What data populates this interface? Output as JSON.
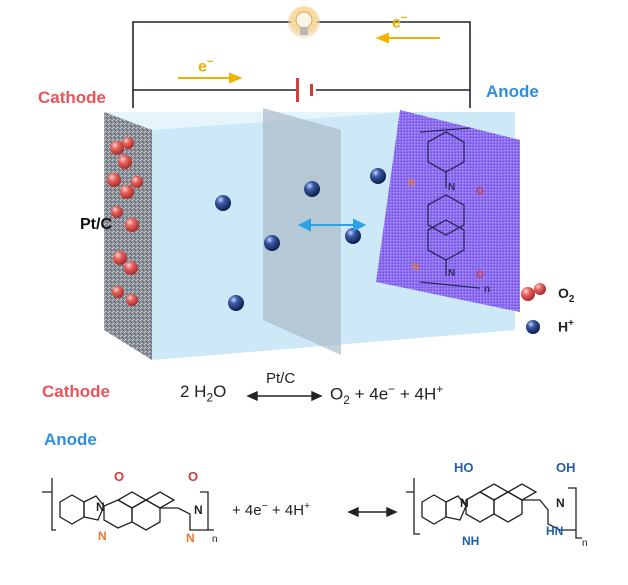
{
  "electron_top": "e",
  "electron_left": "e",
  "electron_sup": "−",
  "cathode_label": "Cathode",
  "anode_label": "Anode",
  "catalyst_label": "Pt/C",
  "legend": [
    {
      "sym": "O",
      "sub": "2",
      "sup": "",
      "color": "#e0585a"
    },
    {
      "sym": "H",
      "sub": "",
      "sup": "+",
      "color": "#1f3f7a"
    }
  ],
  "equation": {
    "label": "Cathode",
    "left": "2 H",
    "left_sub": "2",
    "left_tail": "O",
    "catalyst": "Pt/C",
    "right_a": "O",
    "right_a_sub": "2",
    "right_b": " + 4e",
    "right_b_sup": "−",
    "right_c": " + 4H",
    "right_c_sup": "+"
  },
  "anode_section": {
    "label": "Anode",
    "mid_a": "+ 4e",
    "mid_a_sup": "−",
    "mid_b": " + 4H",
    "mid_b_sup": "+",
    "oxidized_O_top_left": "O",
    "oxidized_O_top_right": "O",
    "oxidized_N_bridge": "N",
    "oxidized_N_right": "N",
    "oxidized_N_left": "N",
    "oxidized_N_imid": "N",
    "oxidized_n": "n",
    "reduced_OH_left": "HO",
    "reduced_OH_right": "OH",
    "reduced_N_top": "N",
    "reduced_N_right": "N",
    "reduced_NH": "NH",
    "reduced_HN": "HN",
    "reduced_n": "n",
    "cell_N1": "N",
    "cell_N2": "N",
    "cell_N3": "N",
    "cell_N4": "N",
    "cell_O1": "O",
    "cell_O2": "O",
    "cell_n": "n"
  }
}
